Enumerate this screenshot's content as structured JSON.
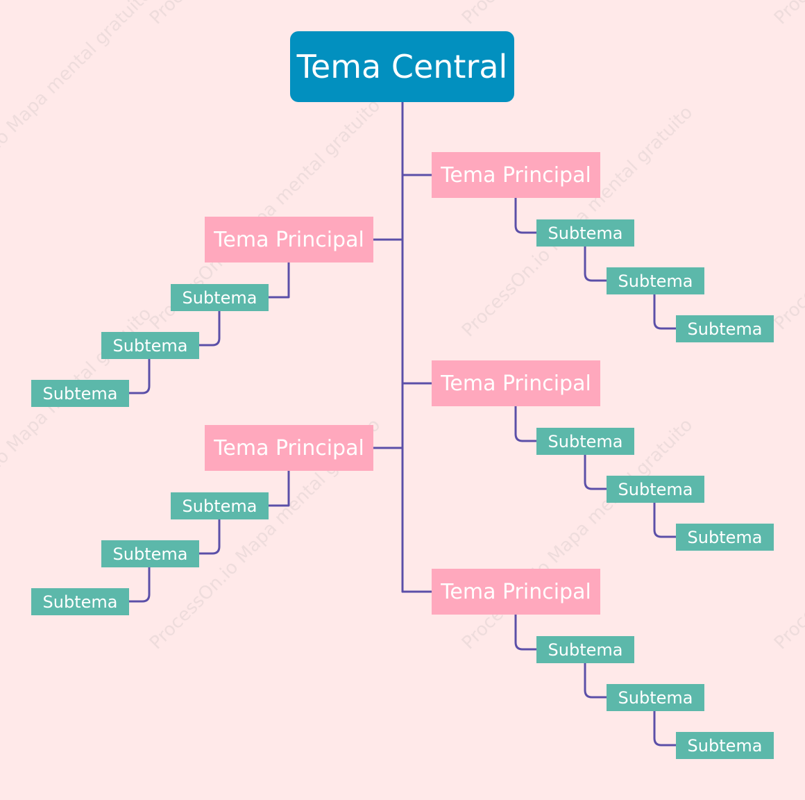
{
  "central": {
    "label": "Tema Central"
  },
  "branches": [
    {
      "label": "Tema Principal",
      "subs": [
        "Subtema",
        "Subtema",
        "Subtema"
      ]
    },
    {
      "label": "Tema Principal",
      "subs": [
        "Subtema",
        "Subtema",
        "Subtema"
      ]
    },
    {
      "label": "Tema Principal",
      "subs": [
        "Subtema",
        "Subtema",
        "Subtema"
      ]
    },
    {
      "label": "Tema Principal",
      "subs": [
        "Subtema",
        "Subtema",
        "Subtema"
      ]
    },
    {
      "label": "Tema Principal",
      "subs": [
        "Subtema",
        "Subtema",
        "Subtema"
      ]
    }
  ],
  "watermark": "ProcessOn.io Mapa mental gratuito",
  "colors": {
    "background": "#FFE9E9",
    "central": "#0290BF",
    "main": "#FFA8BD",
    "sub": "#5CB8AA",
    "line": "#5B4FA8"
  }
}
